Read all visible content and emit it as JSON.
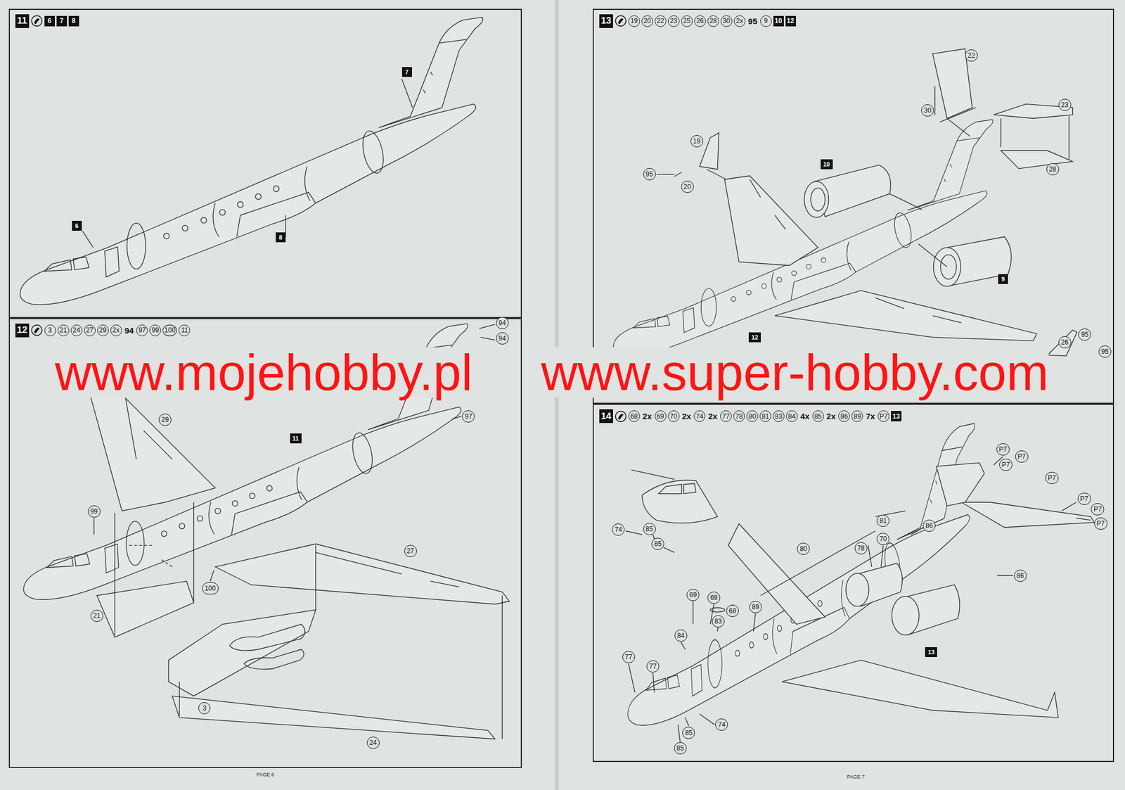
{
  "diagram": {
    "nodes": [
      {
        "text": [
          "11",
          "6",
          "7",
          "8"
        ]
      },
      {
        "text": [
          "12",
          "3",
          "21",
          "24",
          "27",
          "29",
          "2x",
          "94",
          "97",
          "99",
          "100",
          "11"
        ]
      },
      {
        "text": [
          "13",
          "19",
          "20",
          "22",
          "23",
          "25",
          "26",
          "28",
          "30",
          "2x",
          "95",
          "9",
          "10",
          "12"
        ]
      },
      {
        "text": [
          "14",
          "68",
          "2x",
          "69",
          "70",
          "2x",
          "74",
          "2x",
          "77",
          "78",
          "80",
          "81",
          "83",
          "84",
          "4x",
          "85",
          "2x",
          "86",
          "89",
          "7x",
          "P7",
          "13"
        ]
      },
      {
        "text": [
          "7"
        ],
        "in": 0
      },
      {
        "text": [
          "6"
        ],
        "in": 0
      },
      {
        "text": [
          "8"
        ],
        "in": 0
      },
      {
        "text": [
          "94"
        ],
        "in": 1
      },
      {
        "text": [
          "94"
        ],
        "in": 1
      },
      {
        "text": [
          "29"
        ],
        "in": 1
      },
      {
        "text": [
          "11"
        ],
        "in": 1
      },
      {
        "text": [
          "97"
        ],
        "in": 1
      },
      {
        "text": [
          "99"
        ],
        "in": 1
      },
      {
        "text": [
          "27"
        ],
        "in": 1
      },
      {
        "text": [
          "100"
        ],
        "in": 1
      },
      {
        "text": [
          "21"
        ],
        "in": 1
      },
      {
        "text": [
          "3"
        ],
        "in": 1
      },
      {
        "text": [
          "24"
        ],
        "in": 1
      },
      {
        "text": [
          "22"
        ],
        "in": 2
      },
      {
        "text": [
          "30"
        ],
        "in": 2
      },
      {
        "text": [
          "23"
        ],
        "in": 2
      },
      {
        "text": [
          "19"
        ],
        "in": 2
      },
      {
        "text": [
          "95"
        ],
        "in": 2
      },
      {
        "text": [
          "20"
        ],
        "in": 2
      },
      {
        "text": [
          "10"
        ],
        "in": 2
      },
      {
        "text": [
          "28"
        ],
        "in": 2
      },
      {
        "text": [
          "9"
        ],
        "in": 2
      },
      {
        "text": [
          "12"
        ],
        "in": 2
      },
      {
        "text": [
          "26"
        ],
        "in": 2
      },
      {
        "text": [
          "95"
        ],
        "in": 2
      },
      {
        "text": [
          "95"
        ],
        "in": 2
      },
      {
        "text": [
          "P7"
        ],
        "in": 3
      },
      {
        "text": [
          "P7"
        ],
        "in": 3
      },
      {
        "text": [
          "P7"
        ],
        "in": 3
      },
      {
        "text": [
          "P7"
        ],
        "in": 3
      },
      {
        "text": [
          "P7"
        ],
        "in": 3
      },
      {
        "text": [
          "P7"
        ],
        "in": 3
      },
      {
        "text": [
          "P7"
        ],
        "in": 3
      },
      {
        "text": [
          "81"
        ],
        "in": 3
      },
      {
        "text": [
          "70"
        ],
        "in": 3
      },
      {
        "text": [
          "78"
        ],
        "in": 3
      },
      {
        "text": [
          "86"
        ],
        "in": 3
      },
      {
        "text": [
          "86"
        ],
        "in": 3
      },
      {
        "text": [
          "80"
        ],
        "in": 3
      },
      {
        "text": [
          "74"
        ],
        "in": 3
      },
      {
        "text": [
          "85"
        ],
        "in": 3
      },
      {
        "text": [
          "85"
        ],
        "in": 3
      },
      {
        "text": [
          "69"
        ],
        "in": 3
      },
      {
        "text": [
          "69"
        ],
        "in": 3
      },
      {
        "text": [
          "68"
        ],
        "in": 3
      },
      {
        "text": [
          "89"
        ],
        "in": 3
      },
      {
        "text": [
          "83"
        ],
        "in": 3
      },
      {
        "text": [
          "84"
        ],
        "in": 3
      },
      {
        "text": [
          "77"
        ],
        "in": 3
      },
      {
        "text": [
          "77"
        ],
        "in": 3
      },
      {
        "text": [
          "13"
        ],
        "in": 3
      },
      {
        "text": [
          "74"
        ],
        "in": 3
      },
      {
        "text": [
          "85"
        ],
        "in": 3
      },
      {
        "text": [
          "85"
        ],
        "in": 3
      }
    ],
    "labels": [
      "www.mojehobby.pl",
      "www.super-hobby.com",
      "PAGE 6",
      "PAGE 7"
    ]
  }
}
